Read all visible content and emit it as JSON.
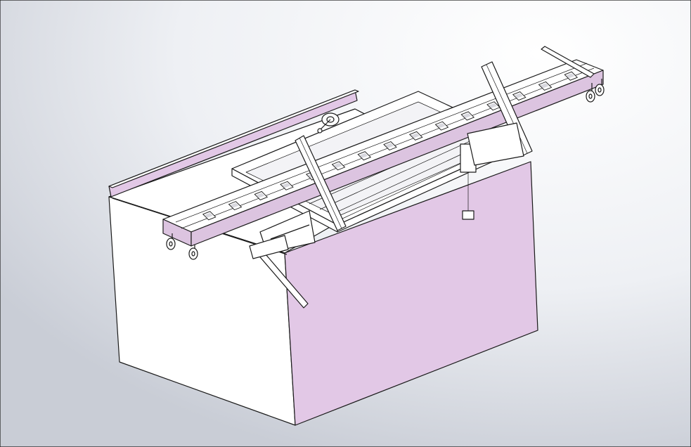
{
  "scene": {
    "type": "cad-isometric-assembly",
    "colors": {
      "background_light": "#ffffff",
      "background_dark": "#c9cdd6",
      "panel_pink": "#e2c8e6",
      "panel_white": "#ffffff",
      "frame_fill": "#ffffff",
      "rail_pink": "#dcc4e0",
      "line": "#1a1a1a",
      "steel_gray": "#8a8a8a"
    },
    "parts": [
      {
        "name": "base-cabinet"
      },
      {
        "name": "rear-plate"
      },
      {
        "name": "carriage-frame"
      },
      {
        "name": "ladder-rail"
      },
      {
        "name": "left-support-arm"
      },
      {
        "name": "right-support-arm"
      },
      {
        "name": "crank-handle"
      },
      {
        "name": "caster-wheels"
      },
      {
        "name": "lever-rod"
      },
      {
        "name": "extension-bar"
      }
    ]
  }
}
